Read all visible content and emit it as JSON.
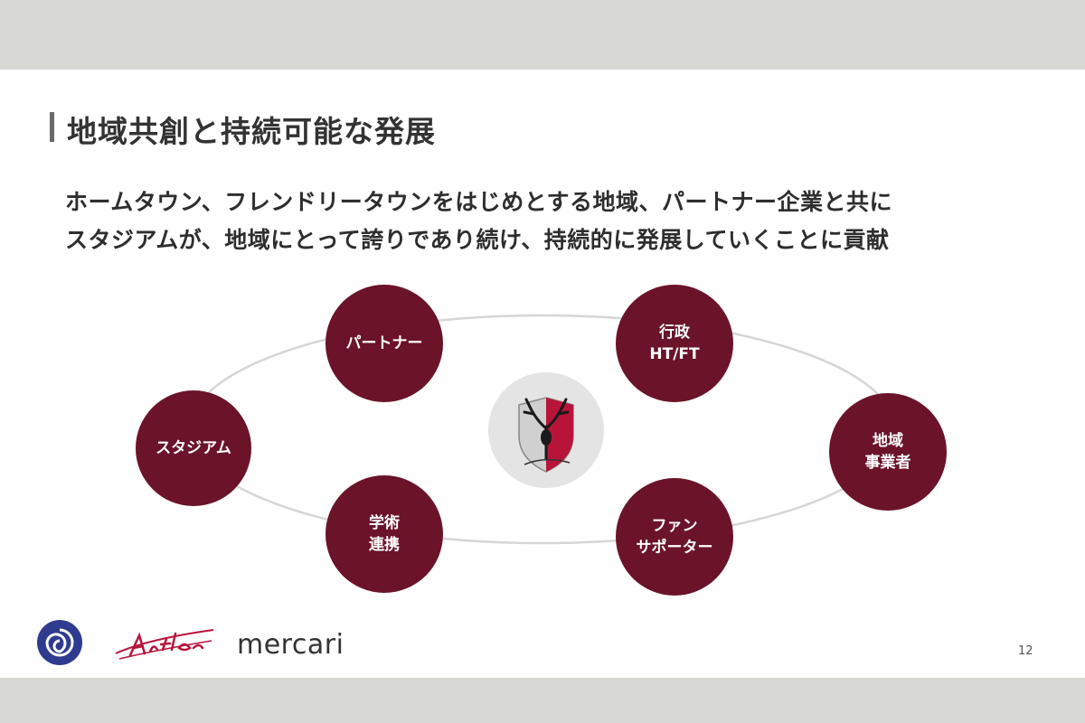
{
  "slide": {
    "title": "地域共創と持続可能な発展",
    "subtitle_line1": "ホームタウン、フレンドリータウンをはじめとする地域、パートナー企業と共に",
    "subtitle_line2": "スタジアムが、地域にとって誇りであり続け、持続的に発展していくことに貢献",
    "page_number": "12"
  },
  "diagram": {
    "nodes": [
      {
        "id": "partner",
        "lines": [
          "パートナー"
        ]
      },
      {
        "id": "gyosei",
        "lines": [
          "行政",
          "HT/FT"
        ]
      },
      {
        "id": "stadium",
        "lines": [
          "スタジアム"
        ]
      },
      {
        "id": "chiiki",
        "lines": [
          "地域",
          "事業者"
        ]
      },
      {
        "id": "gakujutsu",
        "lines": [
          "学術",
          "連携"
        ]
      },
      {
        "id": "fan",
        "lines": [
          "ファン",
          "サポーター"
        ]
      }
    ],
    "node_color": "#6b1329",
    "center_emblem": "antlers-crest-icon"
  },
  "footer": {
    "logos": [
      "swirl-logo-icon",
      "antlers-logo-icon"
    ],
    "mercari_text": "mercari"
  },
  "colors": {
    "background": "#d8d9d4",
    "slide": "#ffffff",
    "accent": "#6b1329",
    "crest_red": "#b8143a"
  }
}
